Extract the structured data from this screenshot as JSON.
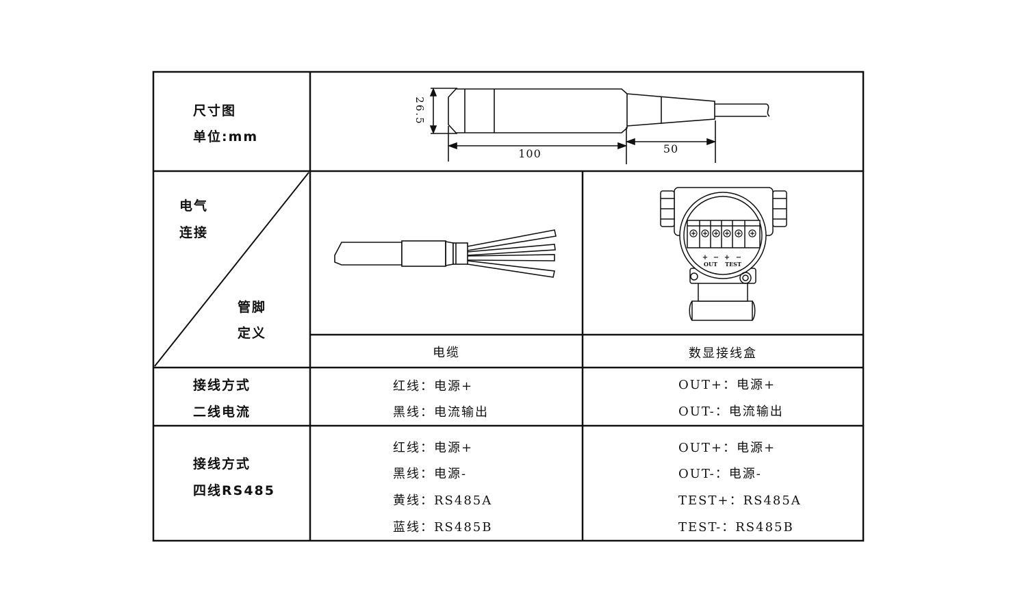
{
  "dimension_section": {
    "title": "尺寸图",
    "unit": "单位:mm",
    "dim_diameter": "26.5",
    "dim_body_length": "100",
    "dim_tail_length": "50"
  },
  "electrical_section": {
    "header_top_line1": "电气",
    "header_top_line2": "连接",
    "header_bottom_line1": "管脚",
    "header_bottom_line2": "定义",
    "cable_caption": "电缆",
    "box_caption": "数显接线盒",
    "terminal_polarity": [
      "+",
      "−",
      "+",
      "−"
    ],
    "terminal_out_label": "OUT",
    "terminal_test_label": "TEST"
  },
  "two_wire": {
    "label_line1": "接线方式",
    "label_line2": "二线电流",
    "cable": [
      "红线：电源+",
      "黑线：电流输出"
    ],
    "box": [
      "OUT+：电源+",
      "OUT-：电流输出"
    ]
  },
  "four_wire": {
    "label_line1": "接线方式",
    "label_line2": "四线RS485",
    "cable": [
      "红线：电源+",
      "黑线：电源-",
      "黄线：RS485A",
      "蓝线：RS485B"
    ],
    "box": [
      "OUT+：电源+",
      "OUT-：电源-",
      "TEST+：RS485A",
      "TEST-：RS485B"
    ]
  }
}
